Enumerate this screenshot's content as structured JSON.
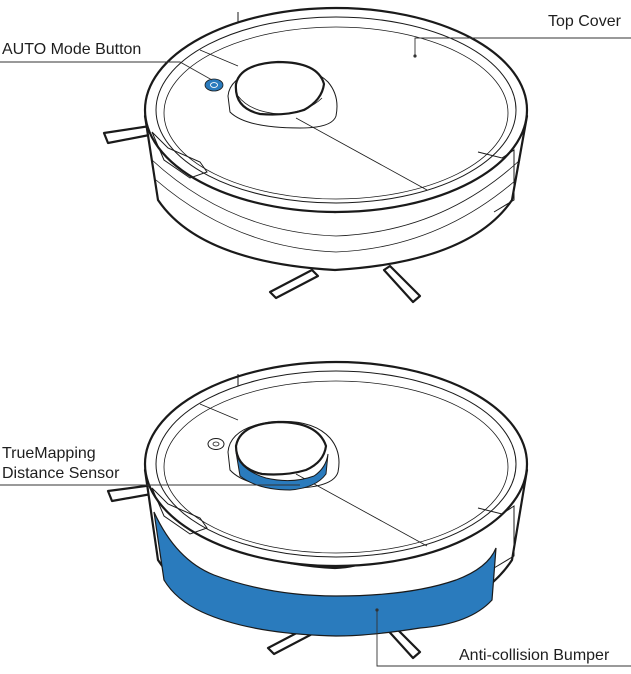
{
  "labels": {
    "top_cover": "Top Cover",
    "auto_button": "AUTO Mode Button",
    "sensor_line1": "TrueMapping",
    "sensor_line2": "Distance Sensor",
    "bumper": "Anti-collision Bumper"
  },
  "colors": {
    "highlight": "#2a7bbd",
    "outline": "#1a1a1a",
    "background": "#ffffff"
  }
}
